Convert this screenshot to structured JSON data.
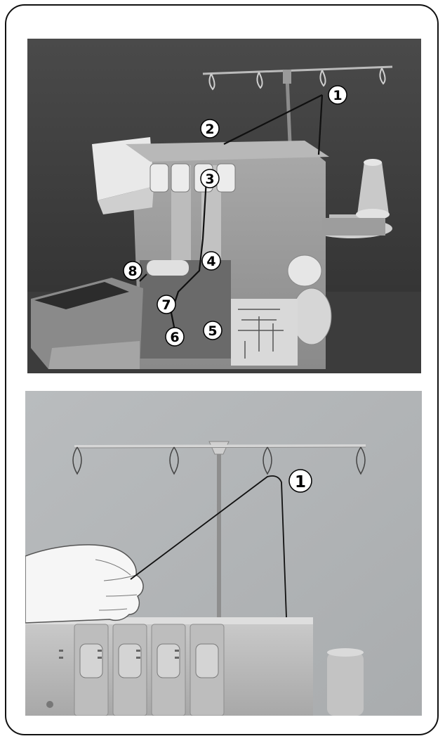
{
  "top_figure": {
    "callouts": [
      "1",
      "2",
      "3",
      "4",
      "5",
      "6",
      "7",
      "8"
    ]
  },
  "bottom_figure": {
    "callouts": [
      "1"
    ]
  }
}
